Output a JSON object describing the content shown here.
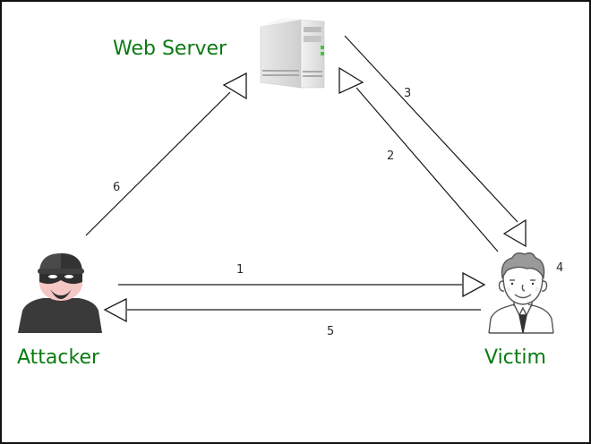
{
  "title": "Attack flow diagram",
  "colors": {
    "label": "#0b7a12",
    "step_number": "#2b2b2b",
    "edge": "#1a1a1a",
    "frame": "#111111"
  },
  "nodes": {
    "web_server": {
      "label": "Web Server",
      "icon": "server-icon"
    },
    "attacker": {
      "label": "Attacker",
      "icon": "burglar-avatar-icon"
    },
    "victim": {
      "label": "Victim",
      "icon": "businessman-avatar-icon"
    }
  },
  "steps": [
    {
      "number": "1",
      "from": "Attacker",
      "to": "Victim"
    },
    {
      "number": "2",
      "from": "Victim",
      "to": "Web Server"
    },
    {
      "number": "3",
      "from": "Web Server",
      "to": "Victim"
    },
    {
      "number": "4",
      "from": "Victim",
      "to": "Victim"
    },
    {
      "number": "5",
      "from": "Victim",
      "to": "Attacker"
    },
    {
      "number": "6",
      "from": "Attacker",
      "to": "Web Server"
    }
  ]
}
